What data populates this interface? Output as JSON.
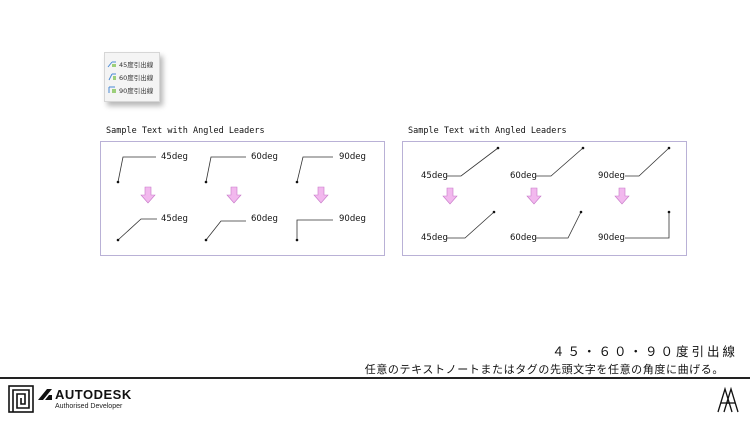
{
  "menu": {
    "items": [
      {
        "label": "45度引出線",
        "icon": "leader-45-icon"
      },
      {
        "label": "60度引出線",
        "icon": "leader-60-icon"
      },
      {
        "label": "90度引出線",
        "icon": "leader-90-icon"
      }
    ]
  },
  "panels": [
    {
      "title": "Sample Text with Angled Leaders",
      "labels": [
        "45deg",
        "60deg",
        "90deg",
        "45deg",
        "60deg",
        "90deg"
      ]
    },
    {
      "title": "Sample Text with Angled Leaders",
      "labels": [
        "45deg",
        "60deg",
        "90deg",
        "45deg",
        "60deg",
        "90deg"
      ]
    }
  ],
  "footer": {
    "title": "４５・６０・９０度引出線",
    "subtitle": "任意のテキストノートまたはタグの先頭文字を任意の角度に曲げる。"
  },
  "brand": {
    "name": "AUTODESK",
    "subtitle": "Authorised Developer"
  },
  "colors": {
    "panel_border": "#b9b1d6",
    "arrow_fill": "#f2b8ee",
    "arrow_stroke": "#c77ac9",
    "leader": "#333333"
  }
}
